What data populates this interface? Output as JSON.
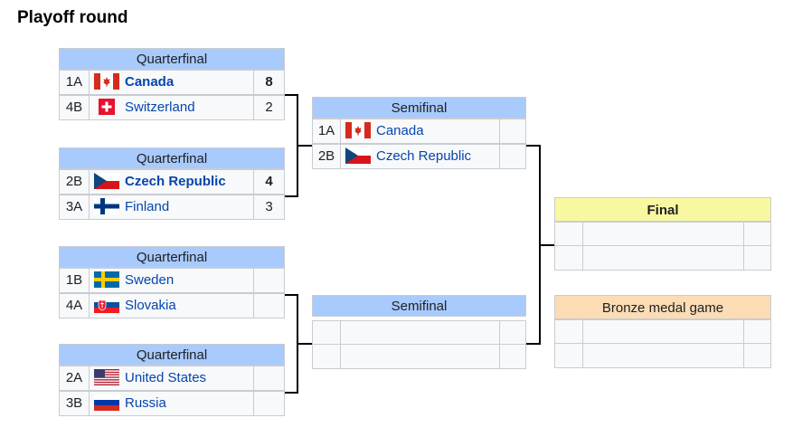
{
  "page": {
    "title": "Playoff round"
  },
  "quarterfinals": [
    {
      "label": "Quarterfinal",
      "teams": [
        {
          "seed": "1A",
          "name": "Canada",
          "flag": "canada-flag",
          "score": "8",
          "winner": true
        },
        {
          "seed": "4B",
          "name": "Switzerland",
          "flag": "switzerland-flag",
          "score": "2",
          "winner": false
        }
      ]
    },
    {
      "label": "Quarterfinal",
      "teams": [
        {
          "seed": "2B",
          "name": "Czech Republic",
          "flag": "czech-flag",
          "score": "4",
          "winner": true
        },
        {
          "seed": "3A",
          "name": "Finland",
          "flag": "finland-flag",
          "score": "3",
          "winner": false
        }
      ]
    },
    {
      "label": "Quarterfinal",
      "teams": [
        {
          "seed": "1B",
          "name": "Sweden",
          "flag": "sweden-flag",
          "score": "",
          "winner": false
        },
        {
          "seed": "4A",
          "name": "Slovakia",
          "flag": "slovakia-flag",
          "score": "",
          "winner": false
        }
      ]
    },
    {
      "label": "Quarterfinal",
      "teams": [
        {
          "seed": "2A",
          "name": "United States",
          "flag": "usa-flag",
          "score": "",
          "winner": false
        },
        {
          "seed": "3B",
          "name": "Russia",
          "flag": "russia-flag",
          "score": "",
          "winner": false
        }
      ]
    }
  ],
  "semifinals": [
    {
      "label": "Semifinal",
      "teams": [
        {
          "seed": "1A",
          "name": "Canada",
          "flag": "canada-flag",
          "score": ""
        },
        {
          "seed": "2B",
          "name": "Czech Republic",
          "flag": "czech-flag",
          "score": ""
        }
      ]
    },
    {
      "label": "Semifinal",
      "teams": [
        {
          "seed": "",
          "name": "",
          "flag": "",
          "score": ""
        },
        {
          "seed": "",
          "name": "",
          "flag": "",
          "score": ""
        }
      ]
    }
  ],
  "final": {
    "label": "Final",
    "header_color": "#f8f8a0"
  },
  "bronze": {
    "label": "Bronze medal game",
    "header_color": "#fbdcb5"
  },
  "colors": {
    "header": "#a8cafd",
    "border": "#c8ccd1",
    "cell": "#f8f9fa",
    "link": "#0645ad"
  }
}
